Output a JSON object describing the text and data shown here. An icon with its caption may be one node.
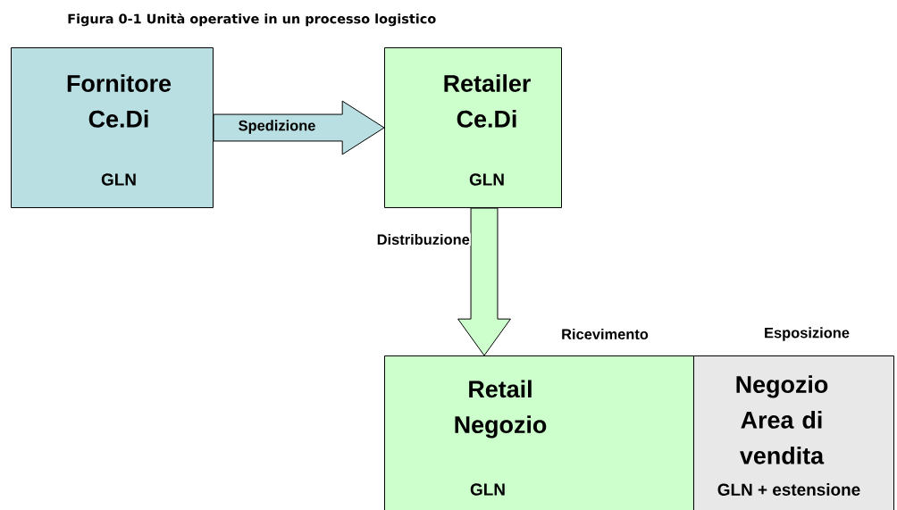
{
  "diagram": {
    "title": "Figura  0-1 Unità operative in un processo logistico",
    "nodes": [
      {
        "text": [
          "Fornitore Ce.Di",
          "GLN"
        ]
      },
      {
        "text": [
          "Retailer Ce.Di",
          "GLN"
        ]
      },
      {
        "text": [
          "Retail Negozio",
          "GLN"
        ],
        "beside": [
          "Ricevimento"
        ]
      },
      {
        "text": [
          "Negozio Area di vendita",
          "GLN + estensione"
        ],
        "beside": [
          "Esposizione"
        ]
      }
    ],
    "edges": [
      {
        "from": 0,
        "to": 1,
        "arrow": "to",
        "label": "Spedizione",
        "color": "#b9dfe3"
      },
      {
        "from": 1,
        "to": 2,
        "arrow": "to",
        "label": "Distribuzione",
        "color": "#ccffcc"
      }
    ]
  }
}
